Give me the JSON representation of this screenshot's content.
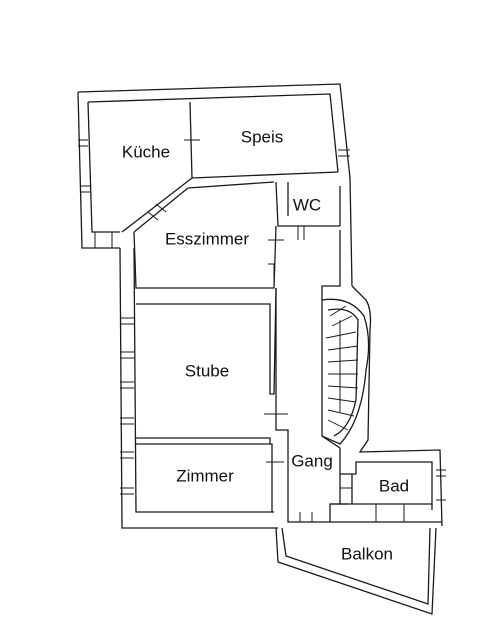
{
  "rooms": {
    "kueche": "Küche",
    "speis": "Speis",
    "wc": "WC",
    "esszimmer": "Esszimmer",
    "stube": "Stube",
    "zimmer": "Zimmer",
    "gang": "Gang",
    "bad": "Bad",
    "balkon": "Balkon"
  }
}
